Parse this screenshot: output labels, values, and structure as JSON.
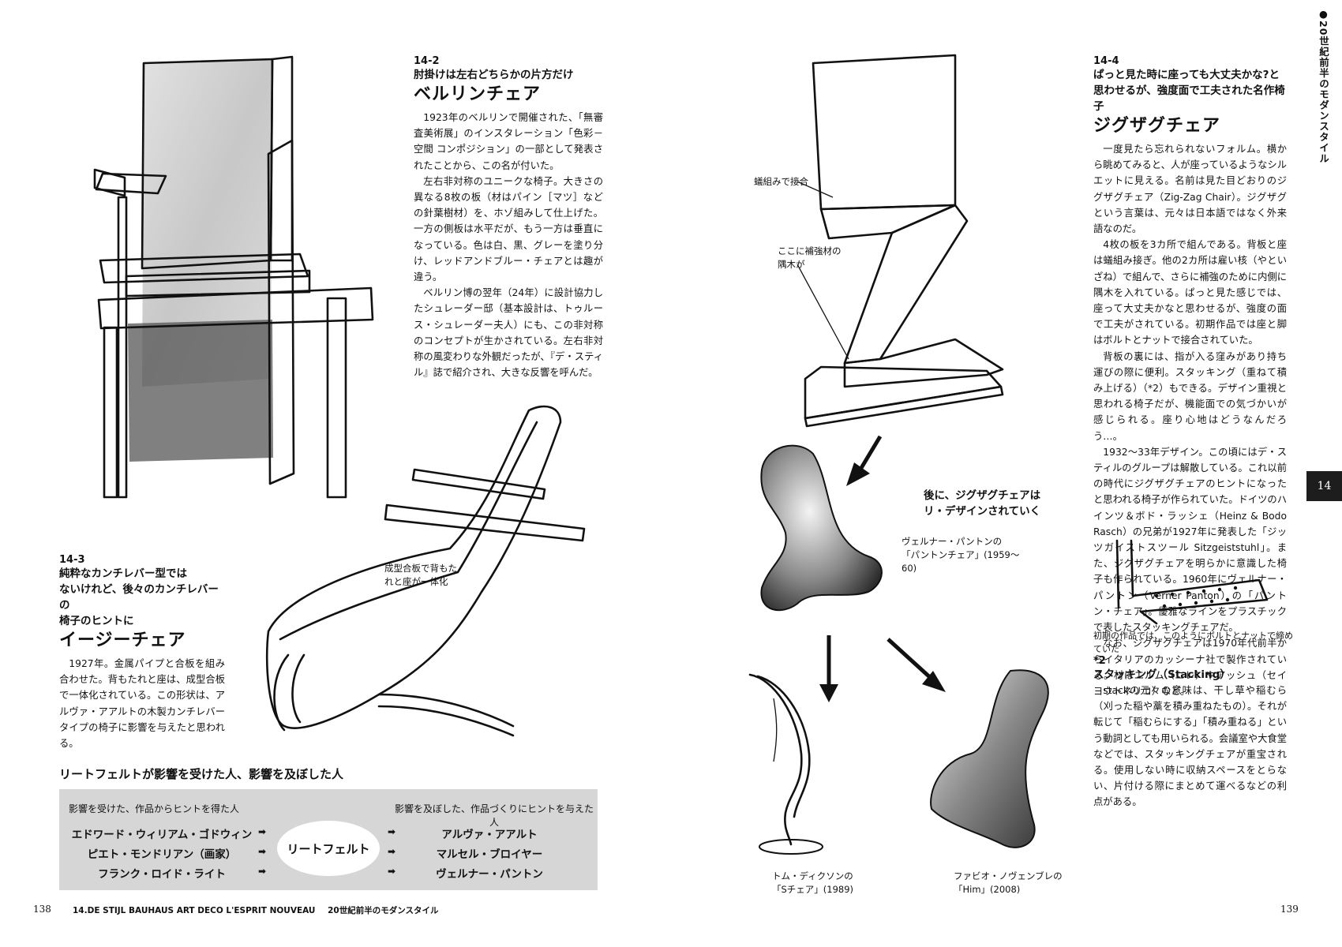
{
  "side_label": "●20世紀前半のモダンスタイル",
  "chapter_tab": "14",
  "folio_left": "138",
  "folio_right": "139",
  "footer": {
    "series": "14.DE STIJL BAUHAUS ART DECO L'ESPRIT NOUVEAU",
    "section": "20世紀前半のモダンスタイル"
  },
  "sec_14_2": {
    "num": "14-2",
    "sub": "肘掛けは左右どちらかの片方だけ",
    "title": "ベルリンチェア",
    "p1": "1923年のベルリンで開催された、「無審査美術展」のインスタレーション「色彩－空間 コンポジション」の一部として発表されたことから、この名が付いた。",
    "p2": "左右非対称のユニークな椅子。大きさの異なる8枚の板（材はパイン［マツ］などの針葉樹材）を、ホゾ組みして仕上げた。一方の側板は水平だが、もう一方は垂直になっている。色は白、黒、グレーを塗り分け、レッドアンドブルー・チェアとは趣が違う。",
    "p3": "ベルリン博の翌年（24年）に設計協力したシュレーダー邸（基本設計は、トゥルース・シュレーダー夫人）にも、この非対称のコンセプトが生かされている。左右非対称の風変わりな外観だったが、『デ・スティル』誌で紹介され、大きな反響を呼んだ。"
  },
  "sec_14_3": {
    "num": "14-3",
    "sub1": "純粋なカンチレバー型では",
    "sub2": "ないけれど、後々のカンチレバーの",
    "sub3": "椅子のヒントに",
    "title": "イージーチェア",
    "p1": "1927年。金属パイプと合板を組み合わせた。背もたれと座は、成型合板で一体化されている。この形状は、アルヴァ・アアルトの木製カンチレバータイプの椅子に影響を与えたと思われる。",
    "callout1": "成型合板で背もた",
    "callout2": "れと座が一体化"
  },
  "sec_14_4": {
    "num": "14-4",
    "sub1": "ぱっと見た時に座っても大丈夫かな?と",
    "sub2": "思わせるが、強度面で工夫された名作椅子",
    "title": "ジグザグチェア",
    "p1": "一度見たら忘れられないフォルム。横から眺めてみると、人が座っているようなシルエットに見える。名前は見た目どおりのジグザグチェア（Zig-Zag Chair）。ジグザグという言葉は、元々は日本語ではなく外来語なのだ。",
    "p2": "4枚の板を3カ所で組んである。背板と座は蟻組み接ぎ。他の2カ所は雇い核（やといざね）で組んで、さらに補強のために内側に隅木を入れている。ぱっと見た感じでは、座って大丈夫かなと思わせるが、強度の面で工夫がされている。初期作品では座と脚はボルトとナットで接合されていた。",
    "p3": "背板の裏には、指が入る窪みがあり持ち運びの際に便利。スタッキング（重ねて積み上げる）（*2）もできる。デザイン重視と思われる椅子だが、機能面での気づかいが感じられる。座り心地はどうなんだろう…。",
    "p4": "1932～33年デザイン。この頃にはデ・スティルのグループは解散している。これ以前の時代にジグザグチェアのヒントになったと思われる椅子が作られていた。ドイツのハインツ＆ボド・ラッシェ（Heinz & Bodo Rasch）の兄弟が1927年に発表した「ジッツガイストスツール Sitzgeiststuhl」。また、ジグザグチェアを明らかに意識した椅子も作られている。1960年にヴェルナー・パントン（Verner Panton）の「パントン・チェア」。優雅なラインをプラスチックで表したスタッキングチェアだ。",
    "p5": "なお、ジグザグチェアは1970年代前半からイタリアのカッシーナ社で製作されている。材はエルム（ニレ）やアッシュ（セイヨウトネリコ）など。",
    "label_joint": "蟻組みで接合",
    "label_brace1": "ここに補強材の",
    "label_brace2": "隅木が",
    "bolt_caption": "初期の作品では、このようにボルトとナットで締めていた"
  },
  "redesign": {
    "head1": "後に、ジグザグチェアは",
    "head2": "リ・デザインされていく",
    "panton1": "ヴェルナー・パントンの",
    "panton2": "「パントンチェア」(1959～60)",
    "dixon1": "トム・ディクソンの",
    "dixon2": "「Sチェア」(1989)",
    "novembre1": "ファビオ・ノヴェンブレの",
    "novembre2": "「Him」(2008)"
  },
  "note_2": {
    "num": "*2",
    "title": "スタッキング（Stacking）",
    "p1": "stackの元々の意味は、干し草や稲むら（刈った稲や藁を積み重ねたもの）。それが転じて「稲むらにする」「積み重ねる」という動詞としても用いられる。会議室や大食堂などでは、スタッキングチェアが重宝される。使用しない時に収納スペースをとらない、片付ける際にまとめて運べるなどの利点がある。"
  },
  "influence": {
    "title": "リートフェルトが影響を受けた人、影響を及ぼした人",
    "left_head": "影響を受けた、作品からヒントを得た人",
    "right_head": "影響を及ぼした、作品づくりにヒントを与えた人",
    "center": "リートフェルト",
    "arrow": "➡",
    "left": [
      "エドワード・ウィリアム・ゴドウィン",
      "ピエト・モンドリアン（画家）",
      "フランク・ロイド・ライト"
    ],
    "right": [
      "アルヴァ・アアルト",
      "マルセル・ブロイヤー",
      "ヴェルナー・パントン"
    ]
  }
}
